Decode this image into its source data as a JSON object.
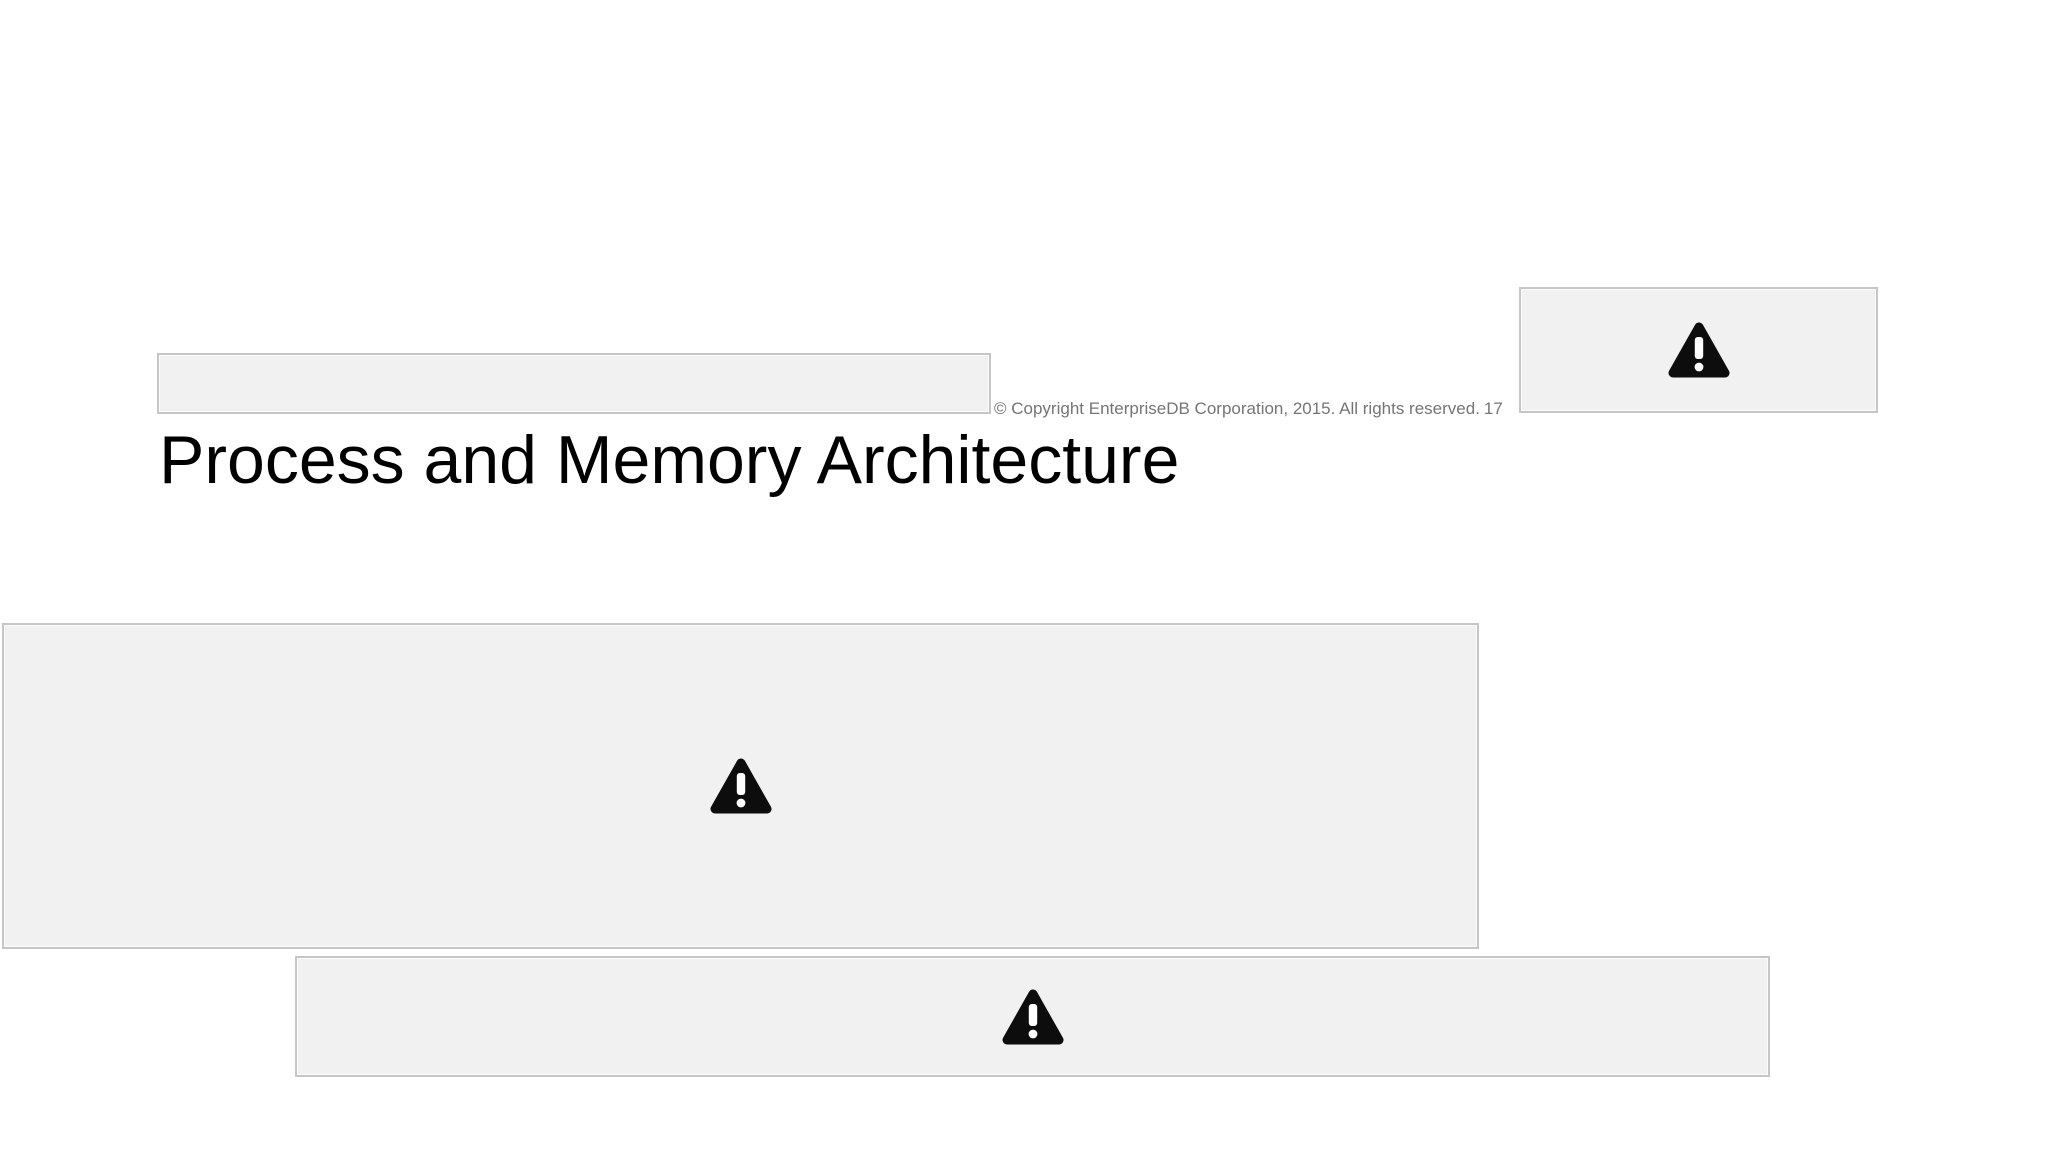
{
  "slide": {
    "title": "Process and Memory Architecture",
    "copyright_notice": "© Copyright EnterpriseDB Corporation, 2015. All rights reserved.",
    "page_number": "17"
  },
  "placeholders": {
    "description": "broken-image placeholder boxes",
    "broken_image_icon": "warning-triangle-icon",
    "items": [
      {
        "name": "header-left-placeholder",
        "icon_visible": false
      },
      {
        "name": "header-right-placeholder",
        "icon_visible": true
      },
      {
        "name": "body-main-placeholder",
        "icon_visible": true
      },
      {
        "name": "body-bottom-placeholder",
        "icon_visible": true
      }
    ]
  },
  "colors": {
    "background": "#ffffff",
    "placeholder_fill": "#f1f1f1",
    "placeholder_border": "#c6c6c6",
    "title_text": "#000000",
    "copyright_text": "#757575",
    "warning_icon": "#0d0d0d",
    "warning_icon_glyph": "#ffffff"
  }
}
